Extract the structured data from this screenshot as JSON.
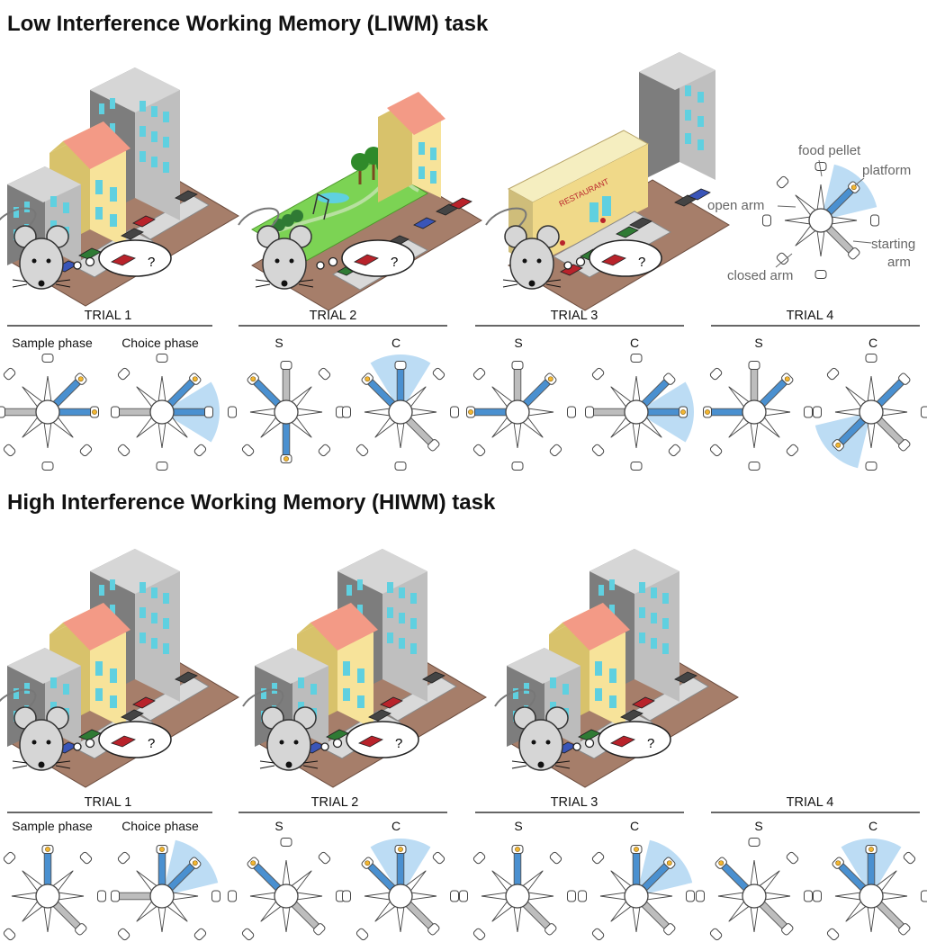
{
  "colors": {
    "open_arm": "#4a90d0",
    "closed_arm": "#bdbdbd",
    "choice_glow": "#bcdcf4",
    "pellet": "#f2b531",
    "car_target": "#b8232b",
    "car_blue": "#3a55b8",
    "car_green": "#2f7a34",
    "car_dark": "#444444"
  },
  "liwm": {
    "title": "Low Interference Working Memory (LIWM) task",
    "trials": [
      {
        "label": "TRIAL 1",
        "sample": "Sample phase",
        "choice": "Choice phase"
      },
      {
        "label": "TRIAL 2",
        "sample": "S",
        "choice": "C"
      },
      {
        "label": "TRIAL 3",
        "sample": "S",
        "choice": "C"
      },
      {
        "label": "TRIAL 4",
        "sample": "S",
        "choice": "C"
      }
    ],
    "scenes": [
      "houses-street",
      "park-street",
      "restaurant-street"
    ],
    "bubble_text": "?"
  },
  "hiwm": {
    "title": "High Interference Working Memory (HIWM) task",
    "trials": [
      {
        "label": "TRIAL 1",
        "sample": "Sample phase",
        "choice": "Choice phase"
      },
      {
        "label": "TRIAL 2",
        "sample": "S",
        "choice": "C"
      },
      {
        "label": "TRIAL 3",
        "sample": "S",
        "choice": "C"
      },
      {
        "label": "TRIAL 4",
        "sample": "S",
        "choice": "C"
      }
    ],
    "scenes": [
      "houses-street",
      "houses-street",
      "houses-street"
    ],
    "bubble_text": "?"
  },
  "legend": {
    "food_pellet": "food pellet",
    "platform": "platform",
    "open_arm": "open arm",
    "starting": "starting",
    "arm": "arm",
    "closed_arm": "closed arm"
  },
  "maze_config": {
    "liwm": [
      {
        "open": [
          1,
          2
        ],
        "start": 6,
        "pellets": [
          1,
          2
        ]
      },
      {
        "open": [
          1,
          2
        ],
        "start": 6,
        "glow": 2,
        "pellets": [
          1
        ]
      },
      {
        "open": [
          7,
          4
        ],
        "start": 0,
        "pellets": [
          7,
          4
        ]
      },
      {
        "open": [
          7,
          0
        ],
        "start": 3,
        "glow": 0,
        "pellets": [
          7
        ]
      },
      {
        "open": [
          1,
          6
        ],
        "start": 0,
        "pellets": [
          1,
          6
        ]
      },
      {
        "open": [
          1,
          2
        ],
        "start": 6,
        "glow": 2,
        "pellets": [
          2
        ]
      },
      {
        "open": [
          1,
          6
        ],
        "start": 0,
        "pellets": [
          1,
          6
        ]
      },
      {
        "open": [
          1,
          5
        ],
        "start": 3,
        "glow": 5,
        "pellets": [
          5
        ]
      }
    ],
    "hiwm": [
      {
        "open": [
          0
        ],
        "start": 3,
        "pellets": [
          0
        ]
      },
      {
        "open": [
          0,
          1
        ],
        "start": 6,
        "glow": 1,
        "pellets": [
          0,
          1
        ]
      },
      {
        "open": [
          7
        ],
        "start": 3,
        "pellets": [
          7
        ]
      },
      {
        "open": [
          7,
          0
        ],
        "start": 3,
        "glow": 0,
        "pellets": [
          7,
          0
        ]
      },
      {
        "open": [
          0
        ],
        "start": 3,
        "pellets": [
          0
        ]
      },
      {
        "open": [
          0,
          1
        ],
        "start": 3,
        "glow": 1,
        "pellets": [
          0,
          1
        ]
      },
      {
        "open": [
          7
        ],
        "start": 3,
        "pellets": [
          7
        ]
      },
      {
        "open": [
          7,
          0
        ],
        "start": 3,
        "glow": 0,
        "pellets": [
          7,
          0
        ]
      }
    ]
  }
}
